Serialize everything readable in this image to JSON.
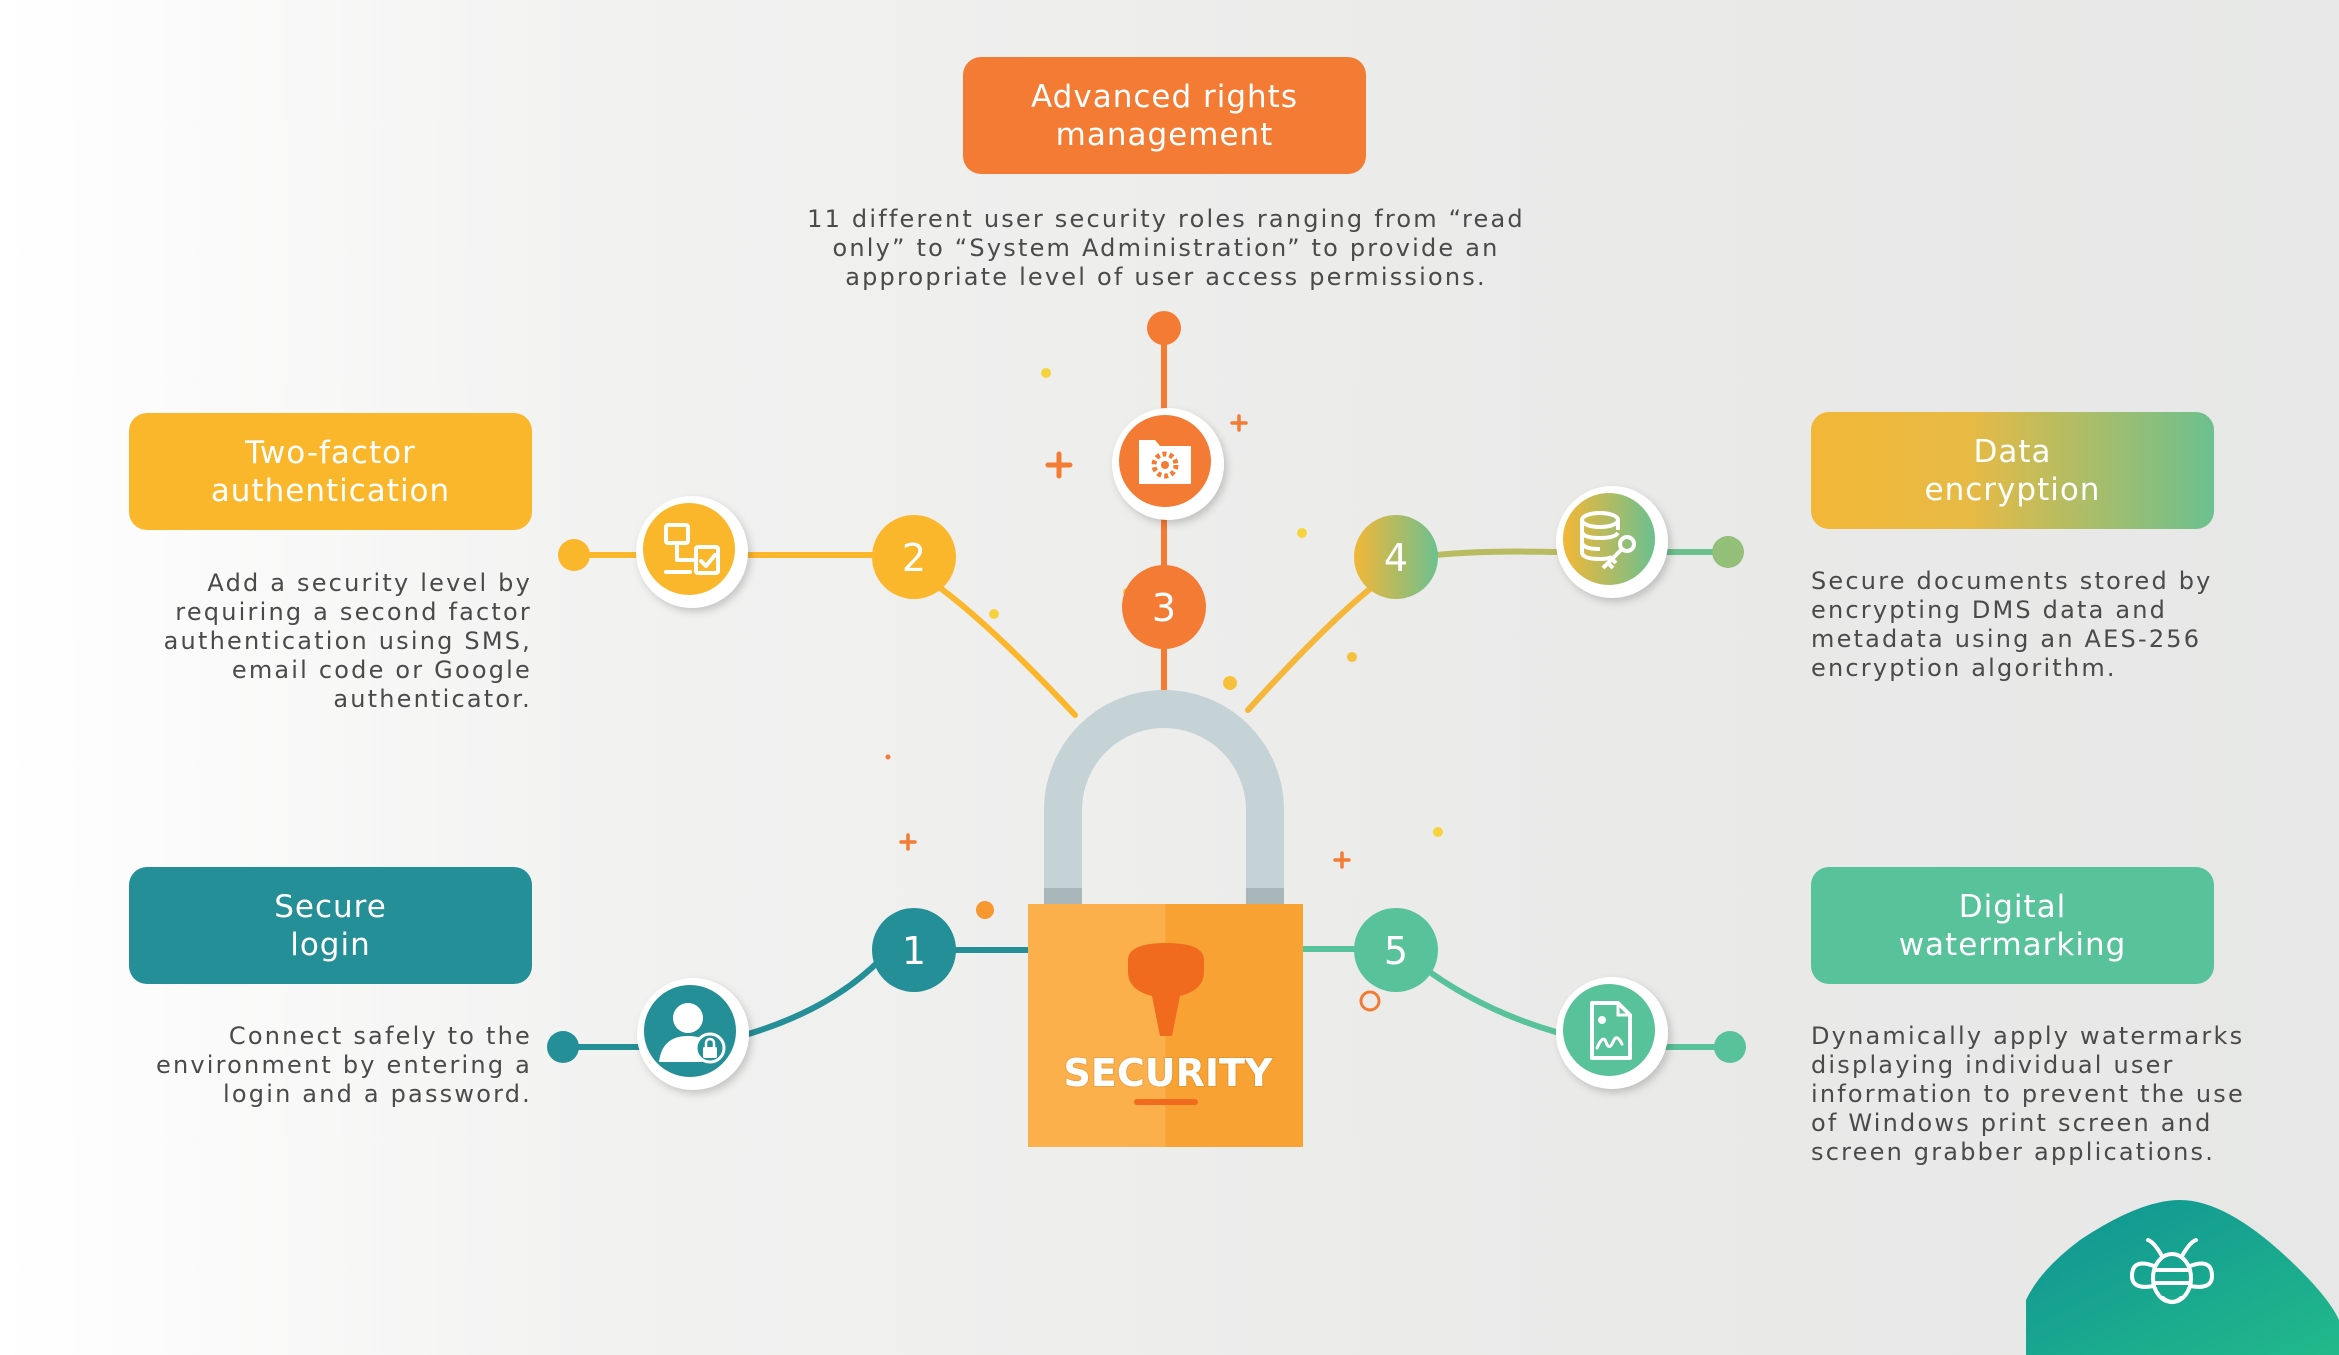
{
  "center": {
    "label": "SECURITY"
  },
  "features": [
    {
      "number": "1",
      "title": "Secure\nlogin",
      "description": "Connect safely to the\nenvironment by entering a\nlogin and a password.",
      "icon": "user-lock-icon",
      "color": "#248f96"
    },
    {
      "number": "2",
      "title": "Two-factor\nauthentication",
      "description": "Add a security level by\nrequiring a second factor\nauthentication using SMS,\nemail code or Google\nauthenticator.",
      "icon": "two-factor-icon",
      "color": "#fbb72b"
    },
    {
      "number": "3",
      "title": "Advanced rights\nmanagement",
      "description": "11 different user security roles ranging from “read\nonly” to “System Administration” to provide an\nappropriate level of user access permissions.",
      "icon": "folder-gear-icon",
      "color": "#f47b34"
    },
    {
      "number": "4",
      "title": "Data\nencryption",
      "description": "Secure documents stored by\nencrypting DMS data and\nmetadata using an AES-256\nencryption algorithm.",
      "icon": "database-key-icon",
      "color_from": "#f3b737",
      "color_to": "#6cc08f"
    },
    {
      "number": "5",
      "title": "Digital\nwatermarking",
      "description": "Dynamically apply watermarks\ndisplaying individual user\ninformation to prevent the use\nof Windows print screen and\nscreen grabber applications.",
      "icon": "signed-document-icon",
      "color": "#58c29a"
    }
  ],
  "brand": {
    "icon": "bee-logo-icon",
    "color_from": "#0f9394",
    "color_to": "#22b98a"
  },
  "colors": {
    "lock_shackle": "#c5d3d6",
    "lock_body": "#fca83f",
    "keyhole": "#f06b1e",
    "text": "#4a4a4a"
  }
}
